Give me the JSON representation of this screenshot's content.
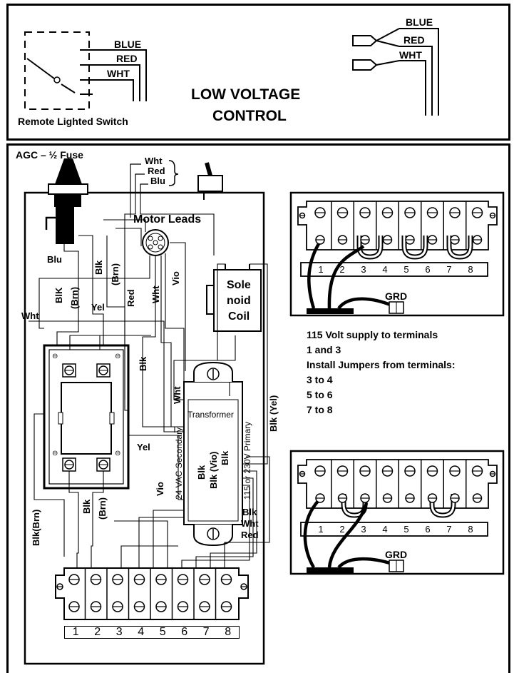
{
  "top_panel": {
    "switch_caption": "Remote Lighted Switch",
    "title_line1": "LOW VOLTAGE",
    "title_line2": "CONTROL",
    "left_wires": [
      "BLUE",
      "RED",
      "WHT"
    ],
    "right_wires": [
      "BLUE",
      "RED",
      "WHT"
    ]
  },
  "main_panel": {
    "fuse_label": "AGC – ½ Fuse",
    "pigtail_labels": [
      "Wht",
      "Red",
      "Blu"
    ],
    "motor_leads_label": "Motor Leads",
    "solenoid_lines": [
      "Sole",
      "noid",
      "Coil"
    ],
    "transformer_label": "Transformer",
    "secondary_label": "24 VAC Secondary",
    "primary_label": "115 or 230V Primary",
    "wire_labels": {
      "blu": "Blu",
      "blk_brn_top_blk": "Blk",
      "blk_brn_top_brn": "(Brn)",
      "blk_left": "BlK",
      "brn_left": "(Brn)",
      "wht_left": "Wht",
      "yel_top": "Yel",
      "red_mid": "Red",
      "wht_motor": "Wht",
      "vio_motor": "Vio",
      "blk_mid": "Blk",
      "wht_mid": "Wht",
      "yel_low": "Yel",
      "vio_low": "Vio",
      "blk_yel": "Blk (Yel)",
      "blk_tr1": "Blk",
      "blk_vio_tr": "Blk (Vio)",
      "blk_tr2": "Blk",
      "blk_bottom_right": "Blk",
      "wht_bottom_right": "Wht",
      "red_bottom_right": "Red",
      "blk_brn_bottom": "Blk(Brn)",
      "blk_bottom": "Blk",
      "brn_bottom": "(Brn)"
    },
    "terminal_numbers": [
      "1",
      "2",
      "3",
      "4",
      "5",
      "6",
      "7",
      "8"
    ]
  },
  "right_diagrams": {
    "grd_label": "GRD",
    "supply_text": [
      "115 Volt supply to terminals",
      "1 and 3"
    ],
    "jumper_title": "Install Jumpers from terminals:",
    "jumpers": [
      "3 to 4",
      "5 to 6",
      "7 to 8"
    ]
  }
}
